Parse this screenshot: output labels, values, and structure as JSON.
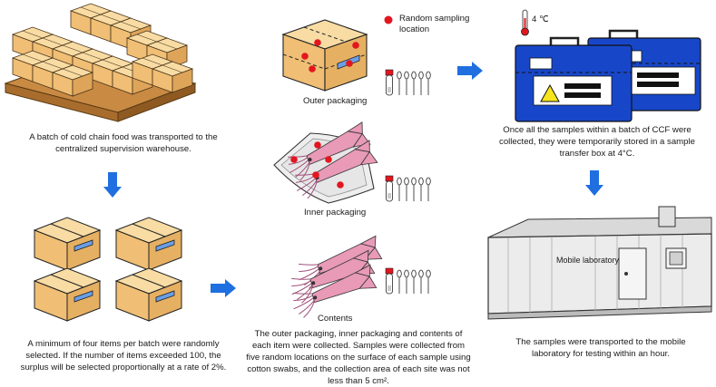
{
  "captions": {
    "warehouse": [
      "A batch of cold chain food was transported to the",
      "centralized supervision warehouse."
    ],
    "sampling": [
      "A minimum of four items per batch were randomly",
      "selected.  If the number of items exceeded 100, the",
      "surplus will be selected proportionally at a rate of 2%."
    ],
    "collection": [
      "The outer packaging, inner packaging and contents of",
      "each item were collected. Samples were collected from",
      "five random locations on the surface of each sample using",
      "cotton swabs, and the collection area of each site was not",
      "less than 5 cm²."
    ],
    "storage": [
      "Once all the samples within a batch of CCF were",
      "collected, they were temporarily stored in a sample",
      "transfer box at 4°C."
    ],
    "transport": [
      "The samples were transported to the mobile",
      "laboratory for testing within an hour."
    ]
  },
  "labels": {
    "outer_packaging": "Outer packaging",
    "inner_packaging": "Inner packaging",
    "contents": "Contents",
    "legend": [
      "Random sampling",
      "location"
    ],
    "temperature": "4 ℃",
    "mobile_lab": "Mobile laboratory"
  },
  "colors": {
    "arrow": "#1f6fe0",
    "box": "#f2c47c",
    "pallet": "#c98a43",
    "sample_dot": "#e3161f",
    "transfer_box": "#1747c8",
    "squid": "#e89ab7",
    "warning": "#f6e51a"
  }
}
